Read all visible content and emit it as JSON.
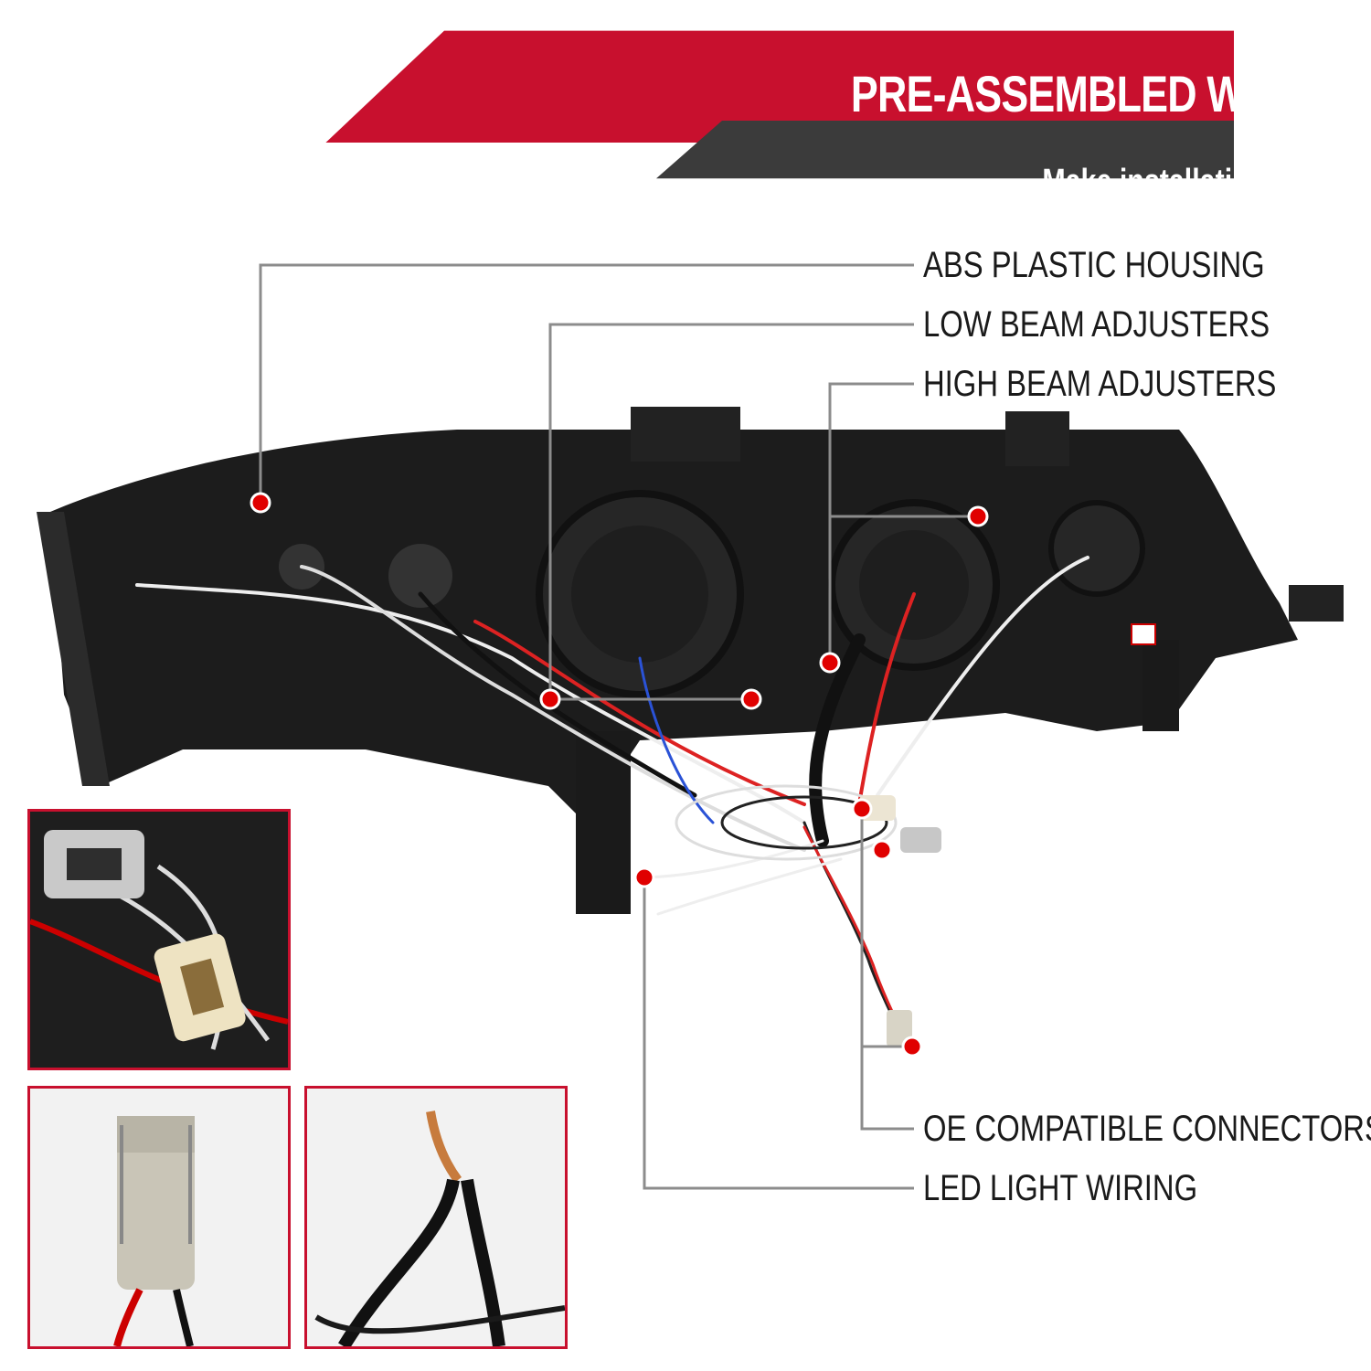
{
  "banner": {
    "title": "PRE-ASSEMBLED WIRING",
    "subtitle": "Make installation easier"
  },
  "callouts": [
    {
      "id": "abs",
      "label": "ABS PLASTIC HOUSING"
    },
    {
      "id": "low",
      "label": "LOW BEAM ADJUSTERS"
    },
    {
      "id": "high",
      "label": "HIGH BEAM ADJUSTERS"
    },
    {
      "id": "oe",
      "label": "OE COMPATIBLE CONNECTORS"
    },
    {
      "id": "led",
      "label": "LED LIGHT WIRING"
    }
  ],
  "colors": {
    "brand_red": "#c8102e",
    "banner_dark": "#3a3a3a",
    "leader_line": "#8c8c8c",
    "marker": "#e00000"
  },
  "insets": [
    "connector-closeup",
    "bulb-socket-closeup",
    "led-wire-closeup"
  ]
}
